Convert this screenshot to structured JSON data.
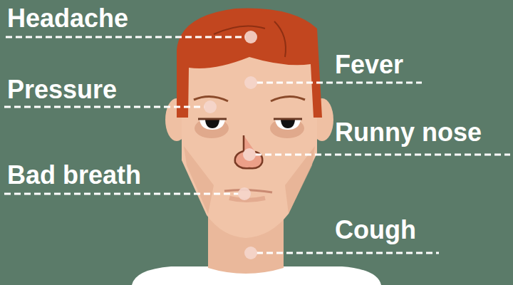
{
  "diagram": {
    "labels": [
      "Headache",
      "Fever",
      "Pressure",
      "Runny nose",
      "Bad breath",
      "Cough"
    ]
  }
}
